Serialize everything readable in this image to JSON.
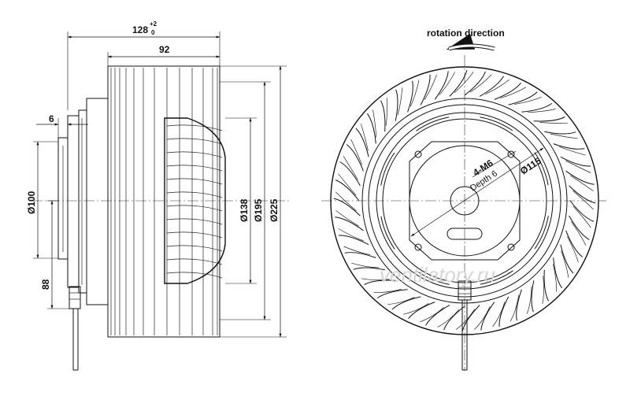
{
  "side_view": {
    "overall_width": "128",
    "overall_width_tol_upper": "+2",
    "overall_width_tol_lower": "0",
    "impeller_width": "92",
    "flange_thickness": "6",
    "diameter_flange": "Ø100",
    "cable_offset": "88",
    "diameter_inlet": "Ø138",
    "diameter_mid": "Ø195",
    "diameter_outer": "Ø225"
  },
  "front_view": {
    "rotation_label": "rotation direction",
    "thread_label": "4-M6",
    "depth_label": "Depth 6",
    "bolt_circle": "Ø115"
  },
  "watermark": "ventilatory.ru"
}
